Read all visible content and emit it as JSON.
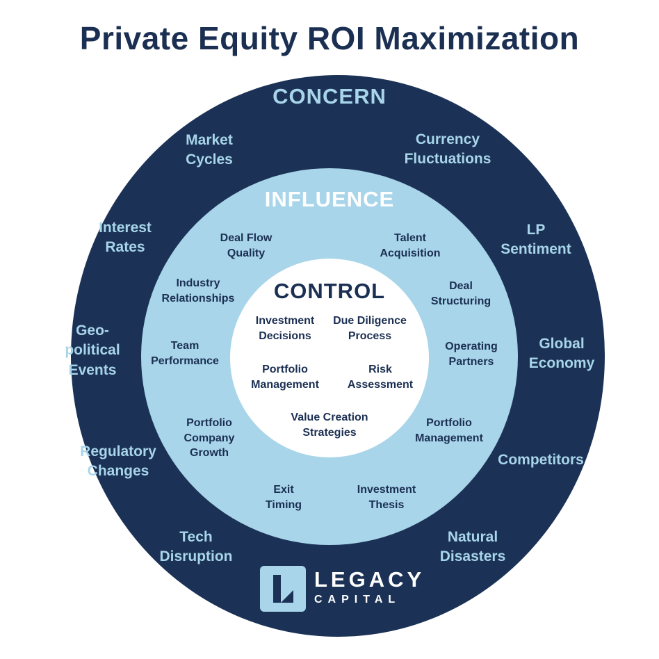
{
  "title": "Private Equity ROI Maximization",
  "colors": {
    "navy": "#1b3256",
    "light_blue": "#a8d5ea",
    "white": "#ffffff"
  },
  "concern": {
    "heading": "CONCERN",
    "items": [
      [
        "Market",
        "Cycles"
      ],
      [
        "Currency",
        "Fluctuations"
      ],
      [
        "Interest",
        "Rates"
      ],
      [
        "LP",
        "Sentiment"
      ],
      [
        "Geo-",
        "political",
        "Events"
      ],
      [
        "Global",
        "Economy"
      ],
      [
        "Regulatory",
        "Changes"
      ],
      [
        "Competitors"
      ],
      [
        "Tech",
        "Disruption"
      ],
      [
        "Natural",
        "Disasters"
      ]
    ]
  },
  "influence": {
    "heading": "INFLUENCE",
    "items": [
      [
        "Deal Flow",
        "Quality"
      ],
      [
        "Talent",
        "Acquisition"
      ],
      [
        "Industry",
        "Relationships"
      ],
      [
        "Deal",
        "Structuring"
      ],
      [
        "Team",
        "Performance"
      ],
      [
        "Operating",
        "Partners"
      ],
      [
        "Portfolio",
        "Company",
        "Growth"
      ],
      [
        "Portfolio",
        "Management"
      ],
      [
        "Exit",
        "Timing"
      ],
      [
        "Investment",
        "Thesis"
      ]
    ]
  },
  "control": {
    "heading": "CONTROL",
    "items": [
      [
        "Investment",
        "Decisions"
      ],
      [
        "Due Diligence",
        "Process"
      ],
      [
        "Portfolio",
        "Management"
      ],
      [
        "Risk",
        "Assessment"
      ],
      [
        "Value Creation",
        "Strategies"
      ]
    ]
  },
  "logo": {
    "line1": "LEGACY",
    "line2": "CAPITAL",
    "icon": "legacy-capital-logo-icon"
  }
}
